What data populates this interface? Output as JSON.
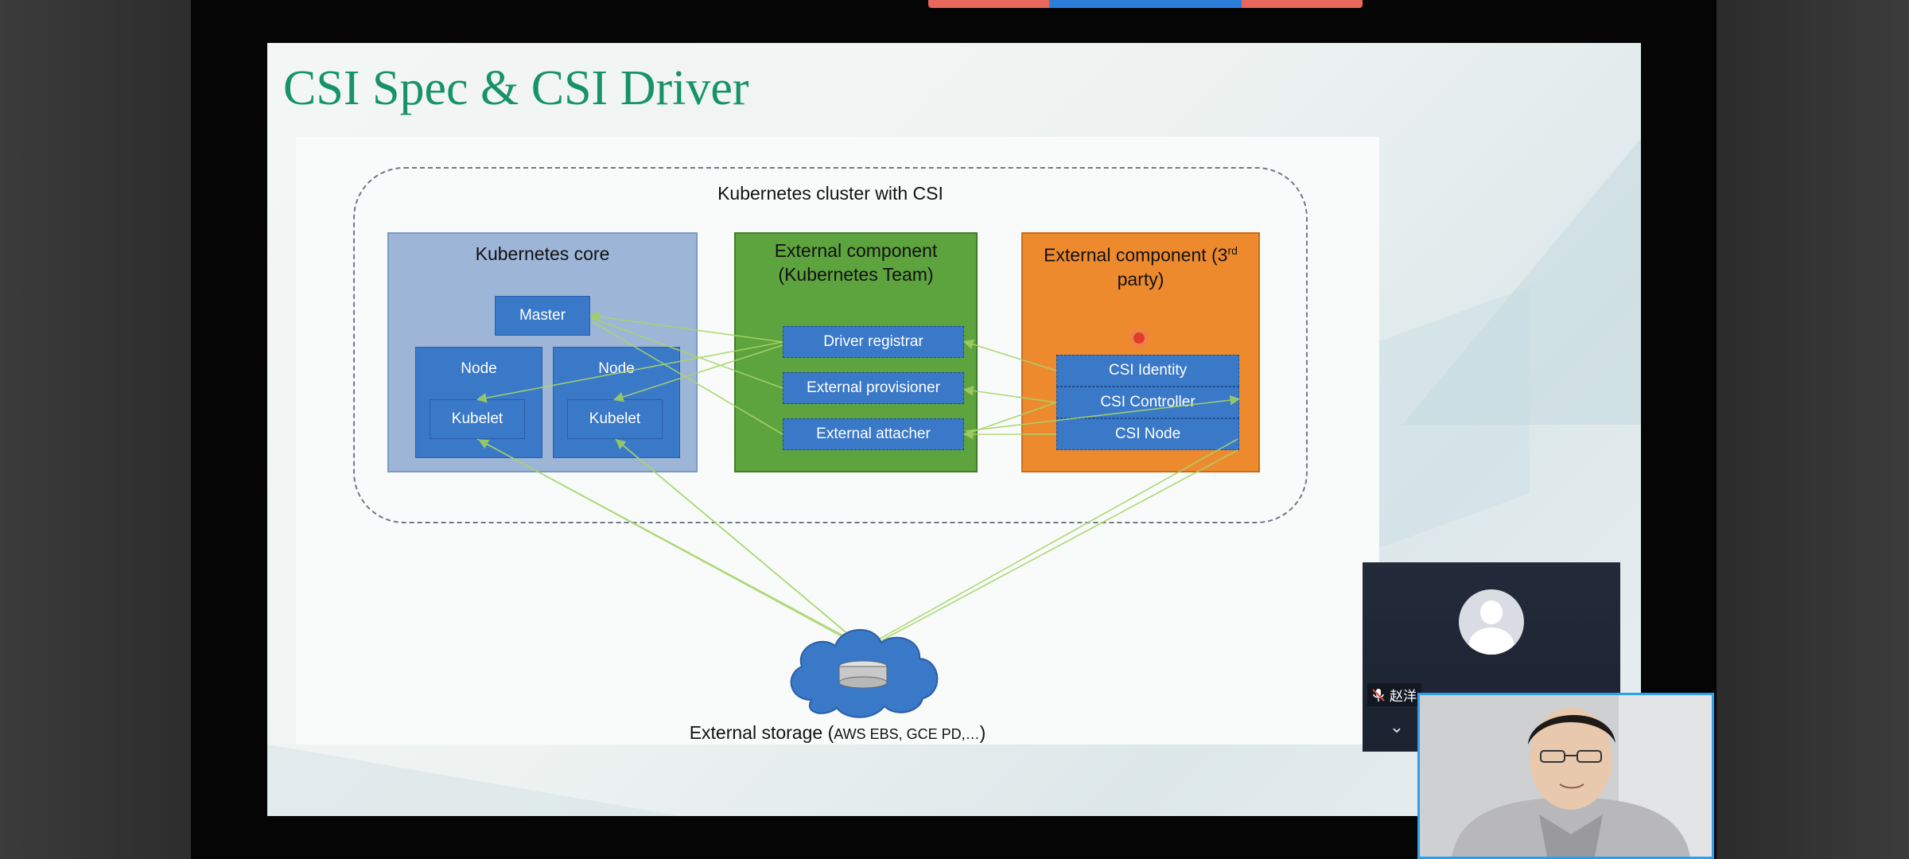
{
  "slide": {
    "title": "CSI Spec & CSI Driver"
  },
  "diagram": {
    "cluster_label": "Kubernetes cluster with CSI",
    "core": {
      "title": "Kubernetes core",
      "master": "Master",
      "node_1": "Node",
      "node_2": "Node",
      "kubelet_1": "Kubelet",
      "kubelet_2": "Kubelet"
    },
    "k8s_external": {
      "title_line1": "External component",
      "title_line2": "(Kubernetes Team)",
      "items": [
        "Driver registrar",
        "External provisioner",
        "External attacher"
      ]
    },
    "third_party": {
      "title_line1": "External component (3",
      "title_sup": "rd",
      "title_line2": "party)",
      "items": [
        "CSI Identity",
        "CSI Controller",
        "CSI Node"
      ]
    },
    "storage": {
      "label": "External storage (",
      "label_small": "AWS EBS, GCE PD,…",
      "label_end": ")"
    }
  },
  "meeting": {
    "participant_name": "赵洋",
    "colors": {
      "accent": "#2aa0ef",
      "top_bar_red": "#e8675c",
      "top_bar_blue": "#2b7fd8"
    }
  }
}
